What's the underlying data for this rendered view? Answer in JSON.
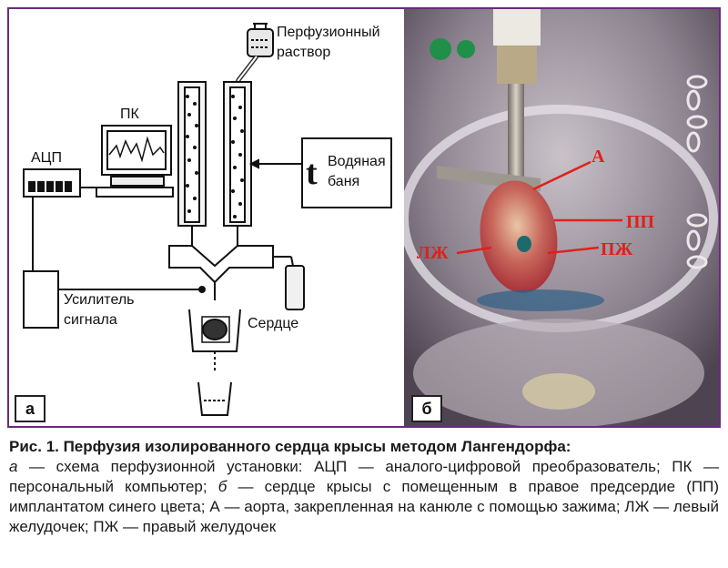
{
  "panel_a": {
    "label": "а",
    "labels": {
      "perfusion_solution_1": "Перфузионный",
      "perfusion_solution_2": "раствор",
      "pc": "ПК",
      "adc": "АЦП",
      "water_bath_symbol": "t",
      "water_bath_1": "Водяная",
      "water_bath_2": "баня",
      "amplifier_1": "Усилитель",
      "amplifier_2": "сигнала",
      "heart": "Сердце"
    }
  },
  "panel_b": {
    "label": "б",
    "labels": {
      "aorta": "А",
      "right_atrium": "ПП",
      "left_ventricle": "ЛЖ",
      "right_ventricle": "ПЖ"
    },
    "colors": {
      "annotation": "#e0201c"
    }
  },
  "caption": {
    "title": "Рис. 1. Перфузия изолированного сердца крысы методом Лангендорфа:",
    "line_a_letter": "а",
    "line_a_text": " — схема перфузионной установки: АЦП — аналого-цифровой преобразователь; ПК — персональный компьютер; ",
    "line_b_letter": "б",
    "line_b_text": " — сердце крысы с помещенным в правое предсердие (ПП) имплантатом синего цвета; А — аорта, закрепленная на канюле с помощью зажима; ЛЖ — левый желудочек; ПЖ — правый желудочек"
  }
}
